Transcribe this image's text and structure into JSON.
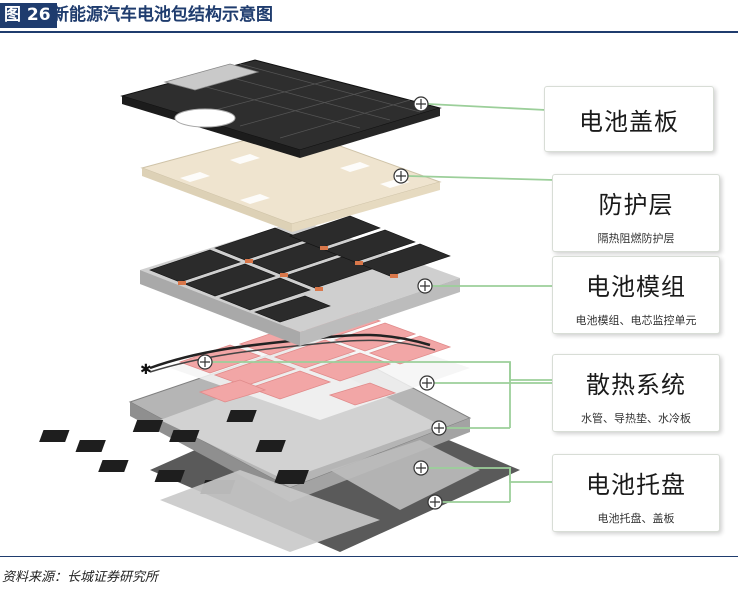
{
  "figure": {
    "tag": "图 26",
    "title": "新能源汽车电池包结构示意图"
  },
  "labels": [
    {
      "id": "cover",
      "title": "电池盖板",
      "subtitle": ""
    },
    {
      "id": "protection",
      "title": "防护层",
      "subtitle": "隔热阻燃防护层"
    },
    {
      "id": "module",
      "title": "电池模组",
      "subtitle": "电池模组、电芯监控单元"
    },
    {
      "id": "thermal",
      "title": "散热系统",
      "subtitle": "水管、导热垫、水冷板"
    },
    {
      "id": "tray",
      "title": "电池托盘",
      "subtitle": "电池托盘、盖板"
    }
  ],
  "source": "资料来源：长城证券研究所",
  "colors": {
    "brand": "#1f3c6e",
    "leader_line": "#9ccf9a",
    "cover": "#2e2e2e",
    "protection": "#efe4cf",
    "thermal": "#f2a6a6",
    "tray": "#9a9a9a"
  }
}
